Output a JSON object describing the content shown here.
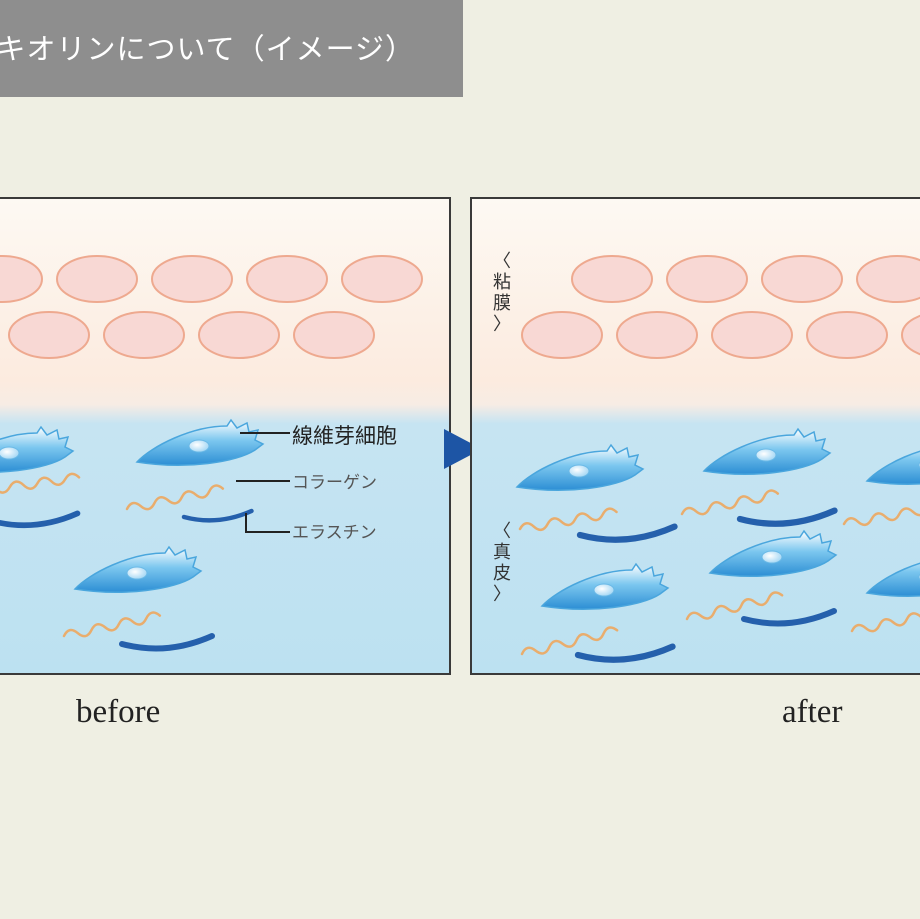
{
  "title": "キオリンについて（イメージ）",
  "panels": {
    "before": {
      "caption": "before"
    },
    "after": {
      "caption": "after"
    }
  },
  "layers": {
    "mucosa": [
      "〈",
      "粘",
      "膜",
      "〉"
    ],
    "dermis": [
      "〈",
      "真",
      "皮",
      "〉"
    ]
  },
  "callouts": {
    "fibroblast": "線維芽細胞",
    "collagen": "コラーゲン",
    "elastin": "エラスチン"
  },
  "colors": {
    "background": "#efefe3",
    "title_bar": "#8e8e8e",
    "mucosa_cell_fill": "#f8d8d4",
    "mucosa_cell_stroke": "#eea98f",
    "dermis": "#bde1f1",
    "fibroblast": "#3d9fda",
    "collagen": "#e9ad6d",
    "elastin": "#2560ac",
    "arrow": "#1d55a5"
  },
  "icons": {
    "transition_arrow": "right-triangle-arrow"
  }
}
